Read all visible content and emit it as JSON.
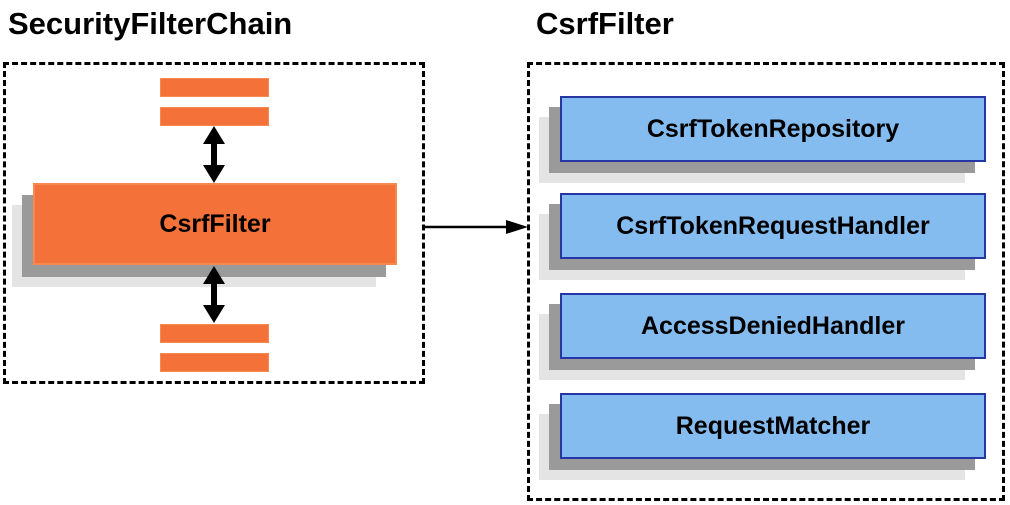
{
  "security_filter_chain": {
    "title": "SecurityFilterChain",
    "filter_label": "CsrfFilter"
  },
  "csrf_filter_detail": {
    "title": "CsrfFilter",
    "components": [
      "CsrfTokenRepository",
      "CsrfTokenRequestHandler",
      "AccessDeniedHandler",
      "RequestMatcher"
    ]
  },
  "icons": {
    "between_filters": "up-down-arrow-icon",
    "detail_link": "right-arrow-icon"
  },
  "colors": {
    "orange_fill": "#F4713A",
    "orange_border": "#F5894F",
    "blue_fill": "#85BCF0",
    "blue_border": "#2636A4",
    "shadow_dark": "#9A9A9A",
    "shadow_light": "#E4E4E4",
    "arrow": "#000000",
    "text": "#000000"
  }
}
